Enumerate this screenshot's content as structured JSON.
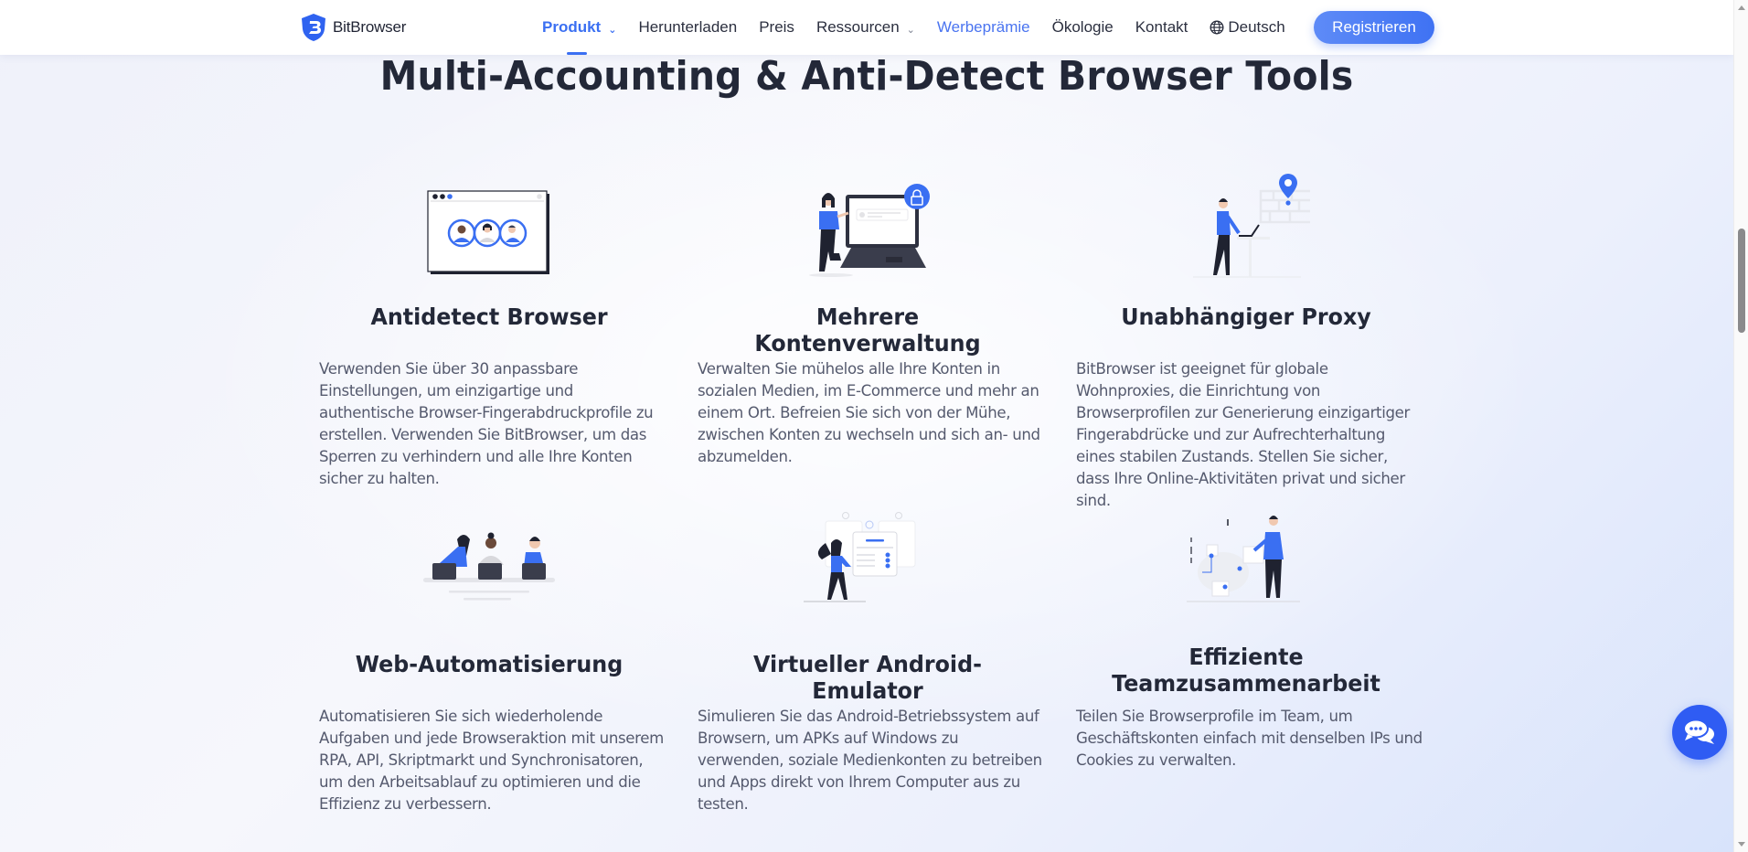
{
  "header": {
    "brand": "BitBrowser",
    "nav": [
      {
        "label": "Produkt",
        "active": true,
        "dropdown": true
      },
      {
        "label": "Herunterladen"
      },
      {
        "label": "Preis"
      },
      {
        "label": "Ressourcen",
        "dropdown": true
      },
      {
        "label": "Werbeprämie",
        "highlight": true
      },
      {
        "label": "Ökologie"
      },
      {
        "label": "Kontakt"
      },
      {
        "label": "Deutsch",
        "icon": "globe-icon"
      }
    ],
    "register_label": "Registrieren",
    "accent_color": "#3a6ff2"
  },
  "section": {
    "title": "Multi-Accounting & Anti-Detect Browser Tools"
  },
  "features": [
    {
      "icon": "browser-profiles-illustration",
      "title": "Antidetect Browser",
      "description": "Verwenden Sie über 30 anpassbare Einstellungen, um einzigartige und authentische Browser-Fingerabdruckprofile zu erstellen. Verwenden Sie BitBrowser, um das Sperren zu verhindern und alle Ihre Konten sicher zu halten."
    },
    {
      "icon": "laptop-lock-illustration",
      "title": "Mehrere Kontenverwaltung",
      "description": "Verwalten Sie mühelos alle Ihre Konten in sozialen Medien, im E-Commerce und mehr an einem Ort. Befreien Sie sich von der Mühe, zwischen Konten zu wechseln und sich an- und abzumelden."
    },
    {
      "icon": "map-pin-proxy-illustration",
      "title": "Unabhängiger Proxy",
      "description": "BitBrowser ist geeignet für globale Wohnproxies, die Einrichtung von Browserprofilen zur Generierung einzigartiger Fingerabdrücke und zur Aufrechterhaltung eines stabilen Zustands. Stellen Sie sicher, dass Ihre Online-Aktivitäten privat und sicher sind."
    },
    {
      "icon": "team-laptops-illustration",
      "title": "Web-Automatisierung",
      "description": "Automatisieren Sie sich wiederholende Aufgaben und jede Browseraktion mit unserem RPA, API, Skriptmarkt und Synchronisatoren, um den Arbeitsablauf zu optimieren und die Effizienz zu verbessern."
    },
    {
      "icon": "checklist-cards-illustration",
      "title": "Virtueller Android-Emulator",
      "description": "Simulieren Sie das Android-Betriebssystem auf Browsern, um APKs auf Windows zu verwenden, soziale Medienkonten zu betreiben und Apps direkt von Ihrem Computer aus zu testen."
    },
    {
      "icon": "workflow-board-illustration",
      "title": "Effiziente Teamzusammenarbeit",
      "description": "Teilen Sie Browserprofile im Team, um Geschäftskonten einfach mit denselben IPs und Cookies zu verwalten."
    }
  ],
  "chat_widget": {
    "icon": "chat-bubbles-icon",
    "color": "#2f5cf3"
  }
}
